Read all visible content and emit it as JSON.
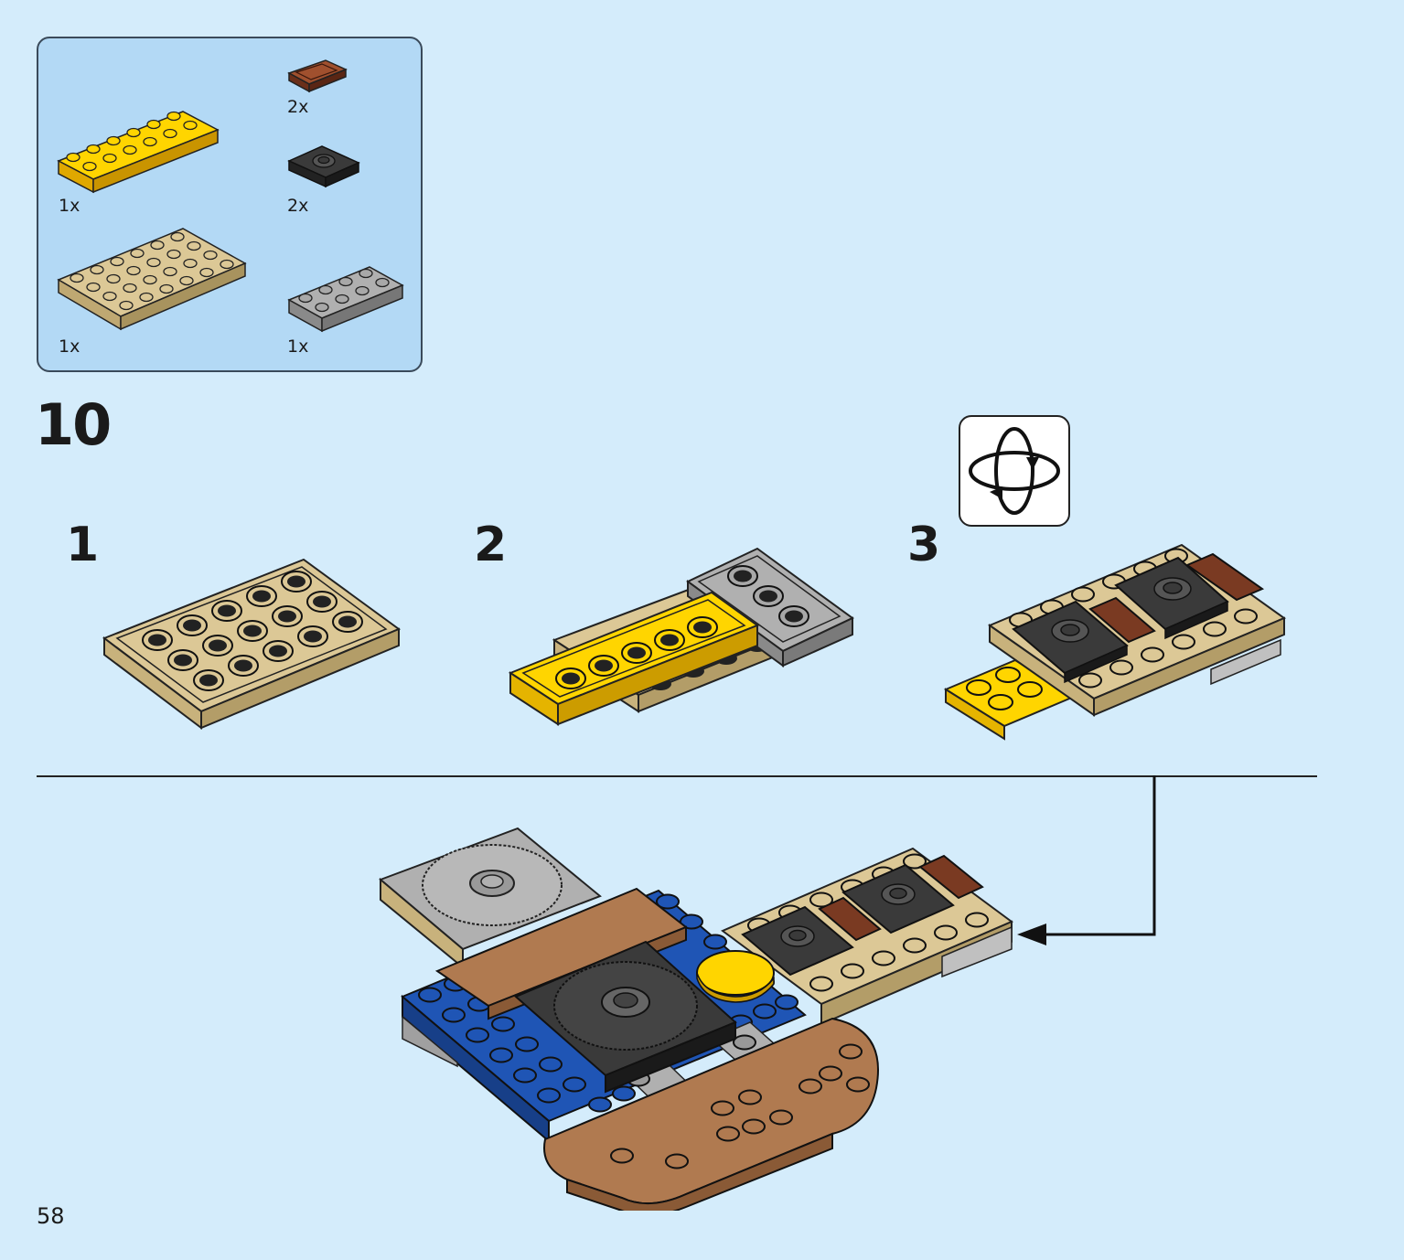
{
  "parts_list": [
    {
      "qty": "2x",
      "part": "brown tile 1x2",
      "color": "#7a3a22"
    },
    {
      "qty": "1x",
      "part": "yellow plate 2x6",
      "color": "#ffd500"
    },
    {
      "qty": "2x",
      "part": "black tile with center stud 2x2",
      "color": "#333333"
    },
    {
      "qty": "1x",
      "part": "tan plate 4x6",
      "color": "#dcc896"
    },
    {
      "qty": "1x",
      "part": "light grey plate 2x4",
      "color": "#a3a3a3"
    }
  ],
  "step": {
    "number": "10"
  },
  "substeps": [
    {
      "number": "1"
    },
    {
      "number": "2"
    },
    {
      "number": "3"
    }
  ],
  "rotate_icon": "rotate-model-icon",
  "page": {
    "number": "58"
  },
  "colors": {
    "background": "#d4ecfb",
    "parts_box": "#b3d9f5",
    "tan": "#dcc896",
    "yellow": "#ffd500",
    "grey": "#a3a3a3",
    "black": "#333333",
    "brown": "#7a3a22",
    "blue": "#1f55b5",
    "medium_brown": "#b07a50"
  }
}
